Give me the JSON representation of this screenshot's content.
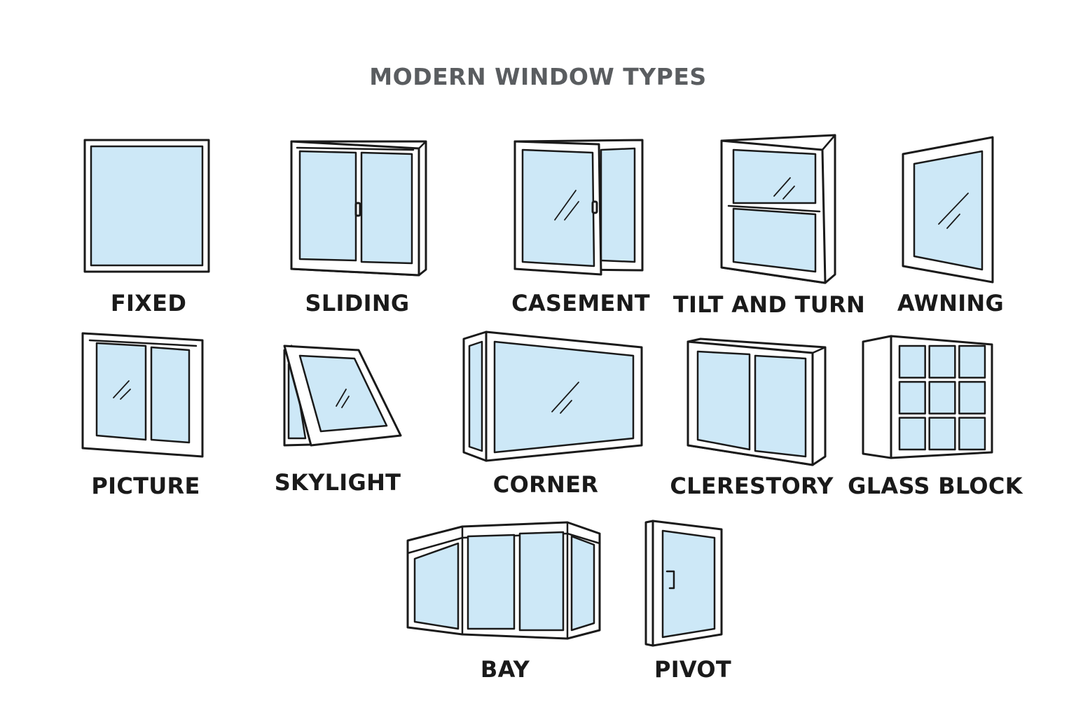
{
  "title": "MODERN WINDOW TYPES",
  "colors": {
    "glass": "#cde8f7",
    "frame": "#ffffff",
    "outline": "#1a1a1a",
    "title": "#5a5d60"
  },
  "windows": [
    {
      "id": "fixed",
      "label": "FIXED",
      "icon": "fixed-window-icon"
    },
    {
      "id": "sliding",
      "label": "SLIDING",
      "icon": "sliding-window-icon"
    },
    {
      "id": "casement",
      "label": "CASEMENT",
      "icon": "casement-window-icon"
    },
    {
      "id": "tilt_and_turn",
      "label": "TILT AND TURN",
      "icon": "tilt-and-turn-window-icon"
    },
    {
      "id": "awning",
      "label": "AWNING",
      "icon": "awning-window-icon"
    },
    {
      "id": "picture",
      "label": "PICTURE",
      "icon": "picture-window-icon"
    },
    {
      "id": "skylight",
      "label": "SKYLIGHT",
      "icon": "skylight-window-icon"
    },
    {
      "id": "corner",
      "label": "CORNER",
      "icon": "corner-window-icon"
    },
    {
      "id": "clerestory",
      "label": "CLERESTORY",
      "icon": "clerestory-window-icon"
    },
    {
      "id": "glass_block",
      "label": "GLASS BLOCK",
      "icon": "glass-block-window-icon"
    },
    {
      "id": "bay",
      "label": "BAY",
      "icon": "bay-window-icon"
    },
    {
      "id": "pivot",
      "label": "PIVOT",
      "icon": "pivot-window-icon"
    }
  ]
}
